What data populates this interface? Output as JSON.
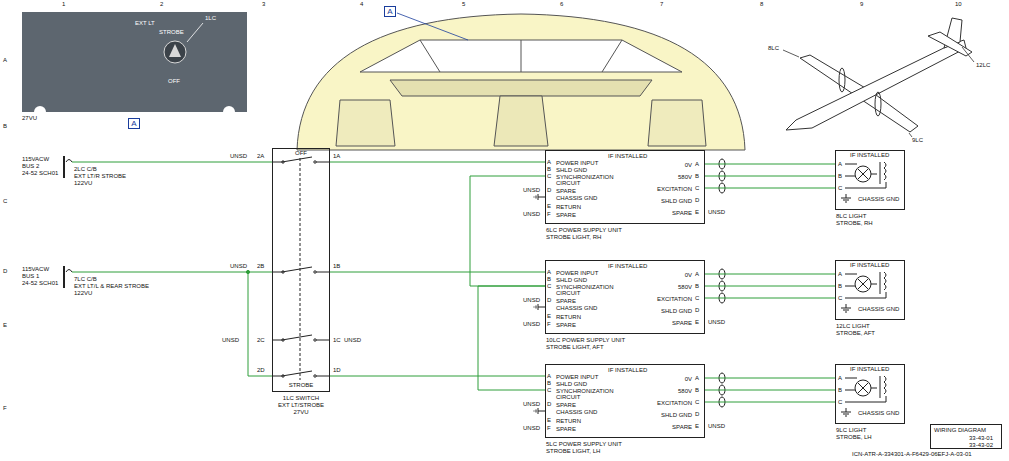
{
  "diagram": {
    "nodes": [
      {
        "text": [
          "EXT LT",
          "STROBE",
          "OFF",
          "27VU"
        ]
      },
      {
        "text": [
          "A"
        ]
      },
      {
        "text": [
          "A"
        ]
      },
      {
        "text": [
          "OFF",
          "STROBE",
          "1LC SWITCH EXT LT/STROBE 27VU"
        ]
      },
      {
        "text": [
          "IF INSTALLED",
          "POWER INPUT",
          "SHLD GND",
          "SYNCHRONIZATION CIRCUIT",
          "SPARE",
          "CHASSIS GND",
          "RETURN",
          "SPARE",
          "0V",
          "580V",
          "EXCITATION",
          "SHLD GND",
          "SPARE",
          "6LC POWER SUPPLY UNIT STROBE LIGHT, RH"
        ]
      },
      {
        "text": [
          "IF INSTALLED",
          "POWER INPUT",
          "SHLD GND",
          "SYNCHRONIZATION CIRCUIT",
          "SPARE",
          "CHASSIS GND",
          "RETURN",
          "SPARE",
          "0V",
          "580V",
          "EXCITATION",
          "SHLD GND",
          "SPARE",
          "10LC POWER SUPPLY UNIT STROBE LIGHT, AFT"
        ]
      },
      {
        "text": [
          "IF INSTALLED",
          "POWER INPUT",
          "SHLD GND",
          "SYNCHRONIZATION CIRCUIT",
          "SPARE",
          "CHASSIS GND",
          "RETURN",
          "SPARE",
          "0V",
          "580V",
          "EXCITATION",
          "SHLD GND",
          "SPARE",
          "5LC POWER SUPPLY UNIT STROBE LIGHT, LH"
        ]
      },
      {
        "text": [
          "IF INSTALLED",
          "CHASSIS GND",
          "8LC LIGHT STROBE, RH"
        ]
      },
      {
        "text": [
          "IF INSTALLED",
          "CHASSIS GND",
          "12LC LIGHT STROBE, AFT"
        ]
      },
      {
        "text": [
          "IF INSTALLED",
          "CHASSIS GND",
          "9LC LIGHT STROBE, LH"
        ]
      },
      {
        "text": [
          "WIRING DIAGRAM",
          "33-43-01",
          "33-43-02"
        ]
      }
    ],
    "edges": [
      {
        "from": 3,
        "to": 4,
        "arrow": "none"
      },
      {
        "from": 3,
        "to": 5,
        "arrow": "none"
      },
      {
        "from": 3,
        "to": 6,
        "arrow": "none"
      },
      {
        "from": 4,
        "to": 5,
        "arrow": "none"
      },
      {
        "from": 5,
        "to": 6,
        "arrow": "none"
      },
      {
        "from": 4,
        "to": 7,
        "arrow": "none"
      },
      {
        "from": 5,
        "to": 8,
        "arrow": "none"
      },
      {
        "from": 6,
        "to": 9,
        "arrow": "none"
      }
    ],
    "labels": [
      "1",
      "2",
      "3",
      "4",
      "5",
      "6",
      "7",
      "8",
      "9",
      "10",
      "A",
      "B",
      "C",
      "D",
      "E",
      "F",
      "1LC",
      "8LC",
      "12LC",
      "9LC",
      "115VACW",
      "BUS 2",
      "24-52 SCH01",
      "2LC C/B",
      "EXT LT/R STROBE",
      "122VU",
      "115VACW",
      "BUS 1",
      "24-52 SCH01",
      "7LC C/B",
      "EXT LT/L & REAR STROBE",
      "122VU",
      "UNSD",
      "2A",
      "1A",
      "UNSD",
      "2B",
      "1B",
      "UNSD",
      "2C",
      "1C",
      "UNSD",
      "2D",
      "1D",
      "A",
      "B",
      "C",
      "D",
      "E",
      "F",
      "UNSD",
      "UNSD",
      "A",
      "B",
      "C",
      "D",
      "E",
      "UNSD",
      "A",
      "B",
      "C",
      "D",
      "E",
      "F",
      "UNSD",
      "UNSD",
      "A",
      "B",
      "C",
      "D",
      "E",
      "UNSD",
      "A",
      "B",
      "C",
      "D",
      "E",
      "F",
      "UNSD",
      "UNSD",
      "A",
      "B",
      "C",
      "D",
      "E",
      "UNSD",
      "A",
      "B",
      "C",
      "A",
      "B",
      "C",
      "A",
      "B",
      "C",
      "ICN-ATR-A-334301-A-F6429-06EFJ-A-03-01"
    ]
  }
}
